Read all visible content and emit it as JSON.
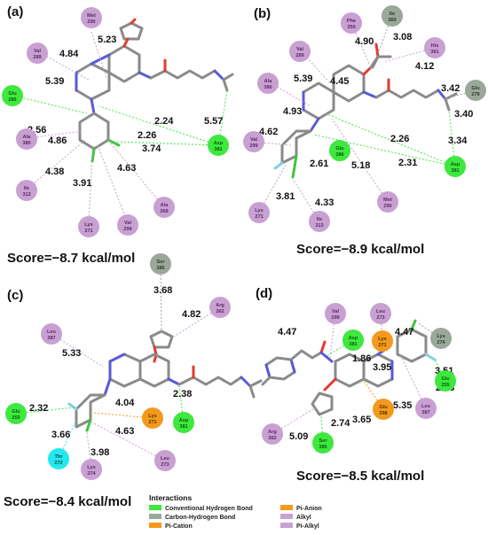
{
  "colors": {
    "conventional_hbond": "#3ee83e",
    "carbon_hbond": "#9aa89a",
    "pi_cation": "#f39a1e",
    "pi_anion": "#f39a1e",
    "alkyl": "#c8a0d2",
    "pi_alkyl": "#c8a0d2",
    "halogen": "#24e8f0"
  },
  "panels": [
    {
      "label": "(a)",
      "score": "Score=−8.7 kcal/mol",
      "residues": [
        {
          "name": "Met",
          "num": "290",
          "type": "alkyl"
        },
        {
          "name": "Val",
          "num": "289",
          "type": "alkyl"
        },
        {
          "name": "Glu",
          "num": "286",
          "type": "conventional_hbond"
        },
        {
          "name": "Ala",
          "num": "380",
          "type": "alkyl"
        },
        {
          "name": "Ile",
          "num": "313",
          "type": "alkyl"
        },
        {
          "name": "Lys",
          "num": "271",
          "type": "alkyl"
        },
        {
          "name": "Val",
          "num": "299",
          "type": "alkyl"
        },
        {
          "name": "Ala",
          "num": "269",
          "type": "alkyl"
        },
        {
          "name": "Asp",
          "num": "381",
          "type": "conventional_hbond"
        }
      ],
      "distances": [
        "5.23",
        "4.84",
        "5.39",
        "2.56",
        "4.86",
        "4.38",
        "3.91",
        "4.63",
        "3.74",
        "2.26",
        "2.24",
        "5.57"
      ]
    },
    {
      "label": "(b)",
      "score": "Score=−8.9 kcal/mol",
      "residues": [
        {
          "name": "Phe",
          "num": "359",
          "type": "alkyl"
        },
        {
          "name": "Ile",
          "num": "360",
          "type": "carbon_hbond"
        },
        {
          "name": "His",
          "num": "361",
          "type": "alkyl"
        },
        {
          "name": "Val",
          "num": "289",
          "type": "alkyl"
        },
        {
          "name": "Ala",
          "num": "380",
          "type": "alkyl"
        },
        {
          "name": "Glu",
          "num": "279",
          "type": "carbon_hbond"
        },
        {
          "name": "Val",
          "num": "299",
          "type": "alkyl"
        },
        {
          "name": "Glu",
          "num": "286",
          "type": "conventional_hbond"
        },
        {
          "name": "Met",
          "num": "290",
          "type": "alkyl"
        },
        {
          "name": "Asp",
          "num": "381",
          "type": "conventional_hbond"
        },
        {
          "name": "Lys",
          "num": "271",
          "type": "alkyl"
        },
        {
          "name": "Ile",
          "num": "313",
          "type": "alkyl"
        }
      ],
      "distances": [
        "4.90",
        "3.08",
        "4.12",
        "5.39",
        "4.45",
        "4.93",
        "3.42",
        "3.40",
        "4.62",
        "2.26",
        "3.34",
        "2.61",
        "5.18",
        "2.31",
        "3.81",
        "4.33"
      ]
    },
    {
      "label": "(c)",
      "score": "Score=−8.4 kcal/mol",
      "residues": [
        {
          "name": "Ser",
          "num": "385",
          "type": "carbon_hbond"
        },
        {
          "name": "Arg",
          "num": "362",
          "type": "alkyl"
        },
        {
          "name": "Leu",
          "num": "387",
          "type": "alkyl"
        },
        {
          "name": "Glu",
          "num": "255",
          "type": "conventional_hbond"
        },
        {
          "name": "Lys",
          "num": "271",
          "type": "pi_cation"
        },
        {
          "name": "Asp",
          "num": "381",
          "type": "conventional_hbond"
        },
        {
          "name": "Thr",
          "num": "272",
          "type": "halogen"
        },
        {
          "name": "Lys",
          "num": "274",
          "type": "alkyl"
        },
        {
          "name": "Leu",
          "num": "273",
          "type": "alkyl"
        }
      ],
      "distances": [
        "3.68",
        "4.82",
        "5.33",
        "2.32",
        "4.04",
        "2.38",
        "3.66",
        "4.63",
        "3.98"
      ]
    },
    {
      "label": "(d)",
      "score": "Score=−8.5 kcal/mol",
      "residues": [
        {
          "name": "Val",
          "num": "299",
          "type": "alkyl"
        },
        {
          "name": "Leu",
          "num": "273",
          "type": "alkyl"
        },
        {
          "name": "Asp",
          "num": "381",
          "type": "conventional_hbond"
        },
        {
          "name": "Lys",
          "num": "271",
          "type": "pi_cation"
        },
        {
          "name": "Lys",
          "num": "274",
          "type": "carbon_hbond"
        },
        {
          "name": "Glu",
          "num": "255",
          "type": "conventional_hbond"
        },
        {
          "name": "Leu",
          "num": "387",
          "type": "alkyl"
        },
        {
          "name": "Glu",
          "num": "298",
          "type": "pi_cation"
        },
        {
          "name": "Ser",
          "num": "385",
          "type": "conventional_hbond"
        },
        {
          "name": "Arg",
          "num": "362",
          "type": "alkyl"
        }
      ],
      "distances": [
        "4.47",
        "4.47",
        "1.86",
        "3.95",
        "3.51",
        "2.23",
        "5.35",
        "3.65",
        "2.74",
        "5.09"
      ]
    }
  ],
  "legend": {
    "title": "Interactions",
    "items": [
      {
        "label": "Conventional Hydrogen Bond",
        "type": "conventional_hbond"
      },
      {
        "label": "Pi-Anion",
        "type": "pi_anion"
      },
      {
        "label": "Carbon-Hydrogen Bond",
        "type": "carbon_hbond"
      },
      {
        "label": "Alkyl",
        "type": "alkyl"
      },
      {
        "label": "Pi-Cation",
        "type": "pi_cation"
      },
      {
        "label": "Pi-Alkyl",
        "type": "pi_alkyl"
      }
    ]
  }
}
